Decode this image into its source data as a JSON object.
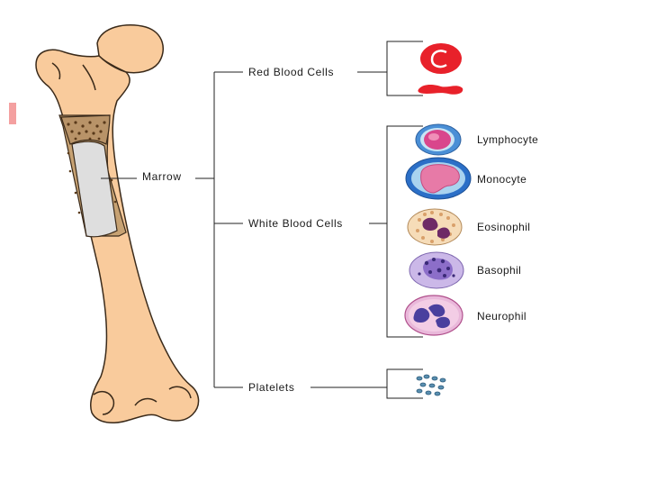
{
  "diagram": {
    "bone_label": "Marrow",
    "branches": [
      {
        "label": "Red Blood Cells"
      },
      {
        "label": "White Blood Cells"
      },
      {
        "label": "Platelets"
      }
    ],
    "white_cells": [
      {
        "label": "Lymphocyte"
      },
      {
        "label": "Monocyte"
      },
      {
        "label": "Eosinophil"
      },
      {
        "label": "Basophil"
      },
      {
        "label": "Neurophil"
      }
    ]
  },
  "colors": {
    "bone": "#f9cb9c",
    "bone_outline": "#3a2a1a",
    "marrow_cavity": "#dedede",
    "spongy_bone": "#c7a273",
    "red_cell": "#e8212a",
    "connector_lines": "#222222"
  }
}
